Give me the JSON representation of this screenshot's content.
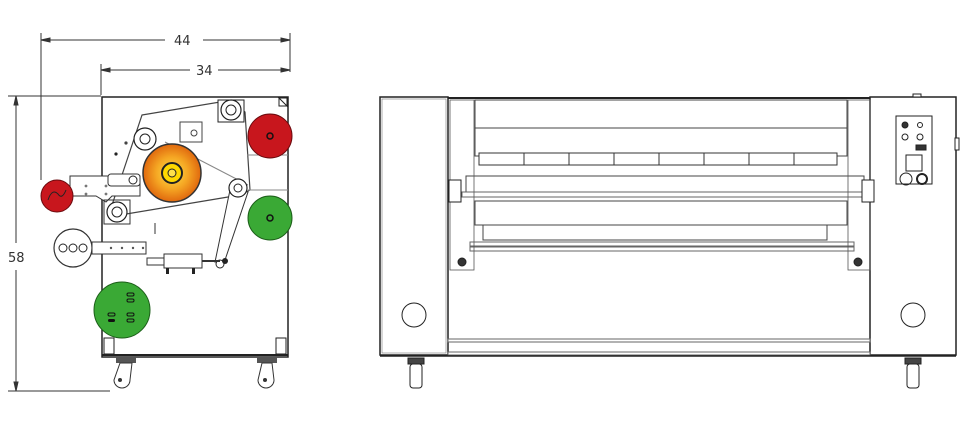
{
  "drawing": {
    "title": "Machine technical drawing - side and front elevation",
    "views": [
      "side-view",
      "front-view"
    ]
  },
  "dimensions": {
    "overall_width": "44",
    "body_width": "34",
    "height": "58"
  },
  "colors": {
    "red_roll": "#c8161d",
    "green_roll": "#3aa935",
    "orange_roll_outer": "#f08a1c",
    "orange_roll_inner": "#ffd800",
    "line": "#222222"
  }
}
